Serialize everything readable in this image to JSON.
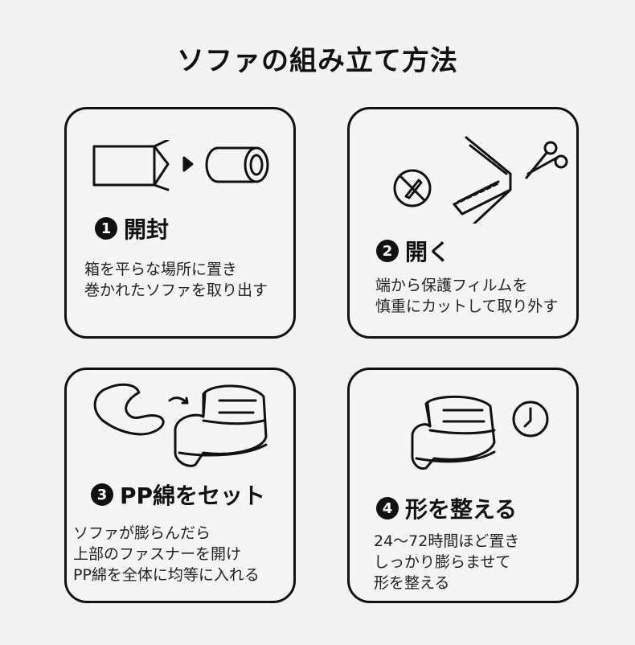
{
  "title": "ソファの組み立て方法",
  "steps": [
    {
      "number": "1",
      "heading": "開封",
      "lines": [
        "箱を平らな場所に置き",
        "巻かれたソファを取り出す"
      ]
    },
    {
      "number": "2",
      "heading": "開く",
      "lines": [
        "端から保護フィルムを",
        "慎重にカットして取り外す"
      ]
    },
    {
      "number": "3",
      "heading": "PP綿をセット",
      "lines": [
        "ソファが膨らんだら",
        "上部のファスナーを開け",
        "PP綿を全体に均等に入れる"
      ]
    },
    {
      "number": "4",
      "heading": "形を整える",
      "lines": [
        "24〜72時間ほど置き",
        "しっかり膨らませて",
        "形を整える"
      ]
    }
  ]
}
